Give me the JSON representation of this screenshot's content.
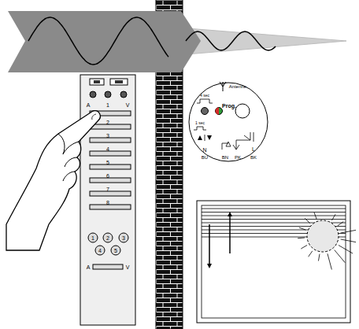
{
  "diagram": {
    "labels": [
      "A",
      "1",
      "V",
      "2",
      "3",
      "4",
      "5",
      "6",
      "7",
      "8",
      "1",
      "2",
      "3",
      "4",
      "5",
      "A",
      "V",
      "Antenne",
      "4 sec",
      "Prog.",
      "1 sec",
      "N",
      "BU",
      "BN",
      "PK",
      "L",
      "BK"
    ]
  }
}
